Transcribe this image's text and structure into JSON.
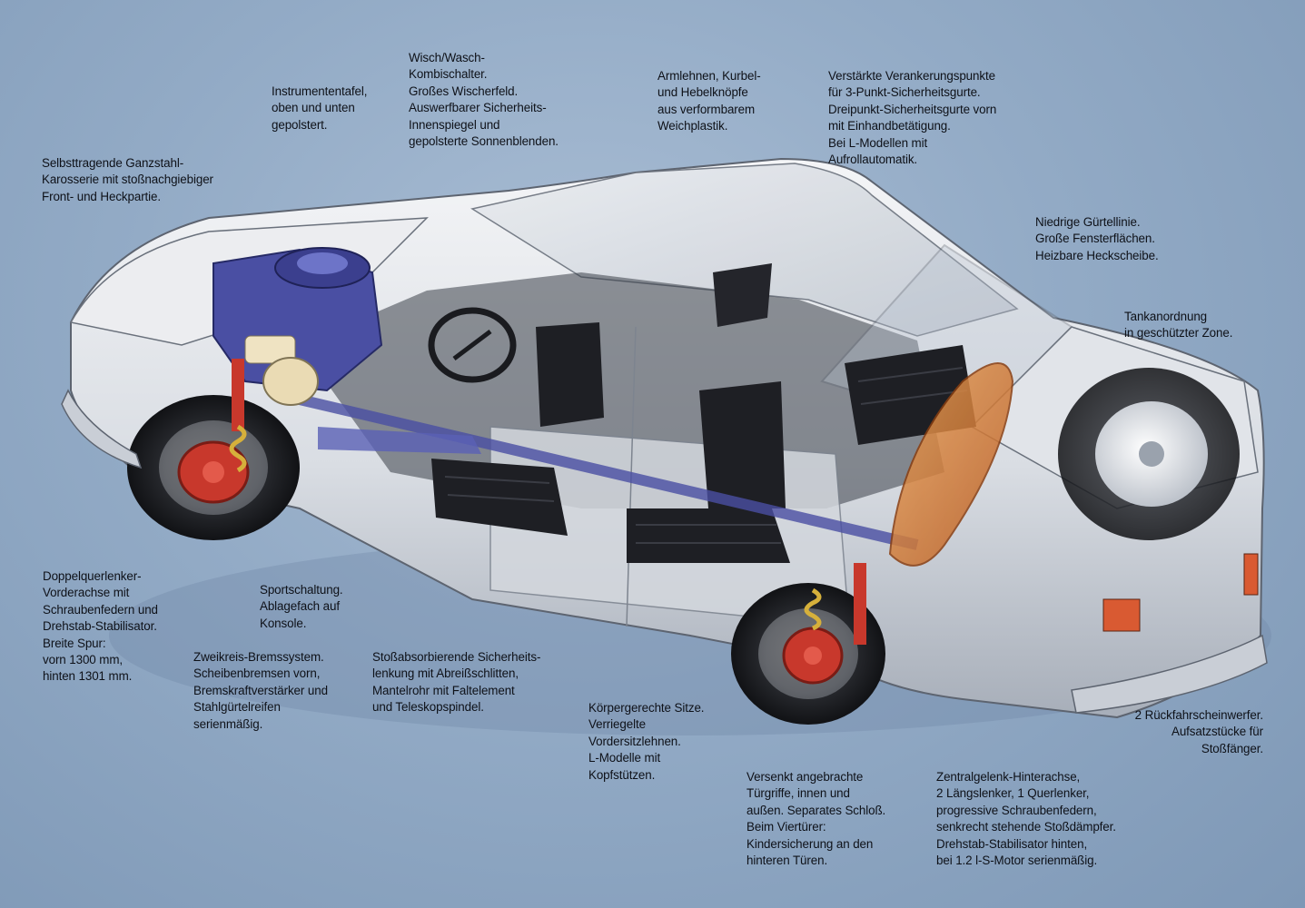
{
  "colors": {
    "background": "#93abc6",
    "car_body": "#e4e6ea",
    "engine": "#4a4fa3",
    "brake_disc": "#c8382c",
    "fuel_tank": "#d87a2e",
    "seat": "#1e1f24",
    "tyre": "#18191d",
    "text": "#0e1118"
  },
  "illustration": {
    "subject": "car-cutaway-illustration"
  },
  "captions": {
    "instrument_panel": "Instrumententafel,\noben und unten\ngepolstert.",
    "wiper_switch": "Wisch/Wasch-\nKombischalter.\nGroßes Wischerfeld.\nAuswerfbarer Sicherheits-\nInnenspiegel und\ngepolsterte Sonnenblenden.",
    "armrests": "Armlehnen, Kurbel-\nund Hebelknöpfe\naus verformbarem\nWeichplastik.",
    "seatbelt_anchors": "Verstärkte Verankerungspunkte\nfür 3-Punkt-Sicherheitsgurte.\nDreipunkt-Sicherheitsgurte vorn\nmit Einhandbetätigung.\nBei L-Modellen  mit\nAufrollautomatik.",
    "body_shell": "Selbsttragende Ganzstahl-\nKarosserie mit stoßnachgiebiger\nFront- und Heckpartie.",
    "belt_line": "Niedrige Gürtellinie.\nGroße Fensterflächen.\nHeizbare Heckscheibe.",
    "fuel_tank": "Tankanordnung\nin geschützter Zone.",
    "front_axle": "Doppelquerlenker-\nVorderachse mit\nSchraubenfedern und\nDrehstab-Stabilisator.\nBreite Spur:\nvorn 1300 mm,\nhinten 1301 mm.",
    "gearshift": "Sportschaltung.\nAblagefach auf\nKonsole.",
    "brake_system": "Zweikreis-Bremssystem.\nScheibenbremsen vorn,\nBremskraftverstärker und\nStahlgürtelreifen\nserienmäßig.",
    "steering": "Stoßabsorbierende Sicherheits-\nlenkung mit Abreißschlitten,\nMantelrohr mit Faltelement\nund Teleskopspindel.",
    "seats": "Körpergerechte Sitze.\nVerriegelte\nVordersitzlehnen.\nL-Modelle mit\nKopfstützen.",
    "door_handles": "Versenkt angebrachte\nTürgriffe, innen und\naußen. Separates Schloß.\nBeim Viertürer:\nKindersicherung an den\nhinteren Türen.",
    "rear_axle": "Zentralgelenk-Hinterachse,\n2 Längslenker, 1 Querlenker,\nprogressive Schraubenfedern,\nsenkrecht stehende Stoßdämpfer.\nDrehstab-Stabilisator hinten,\nbei 1.2 l-S-Motor serienmäßig.",
    "reversing_lights": "2 Rückfahrscheinwerfer.\nAufsatzstücke für\nStoßfänger."
  }
}
